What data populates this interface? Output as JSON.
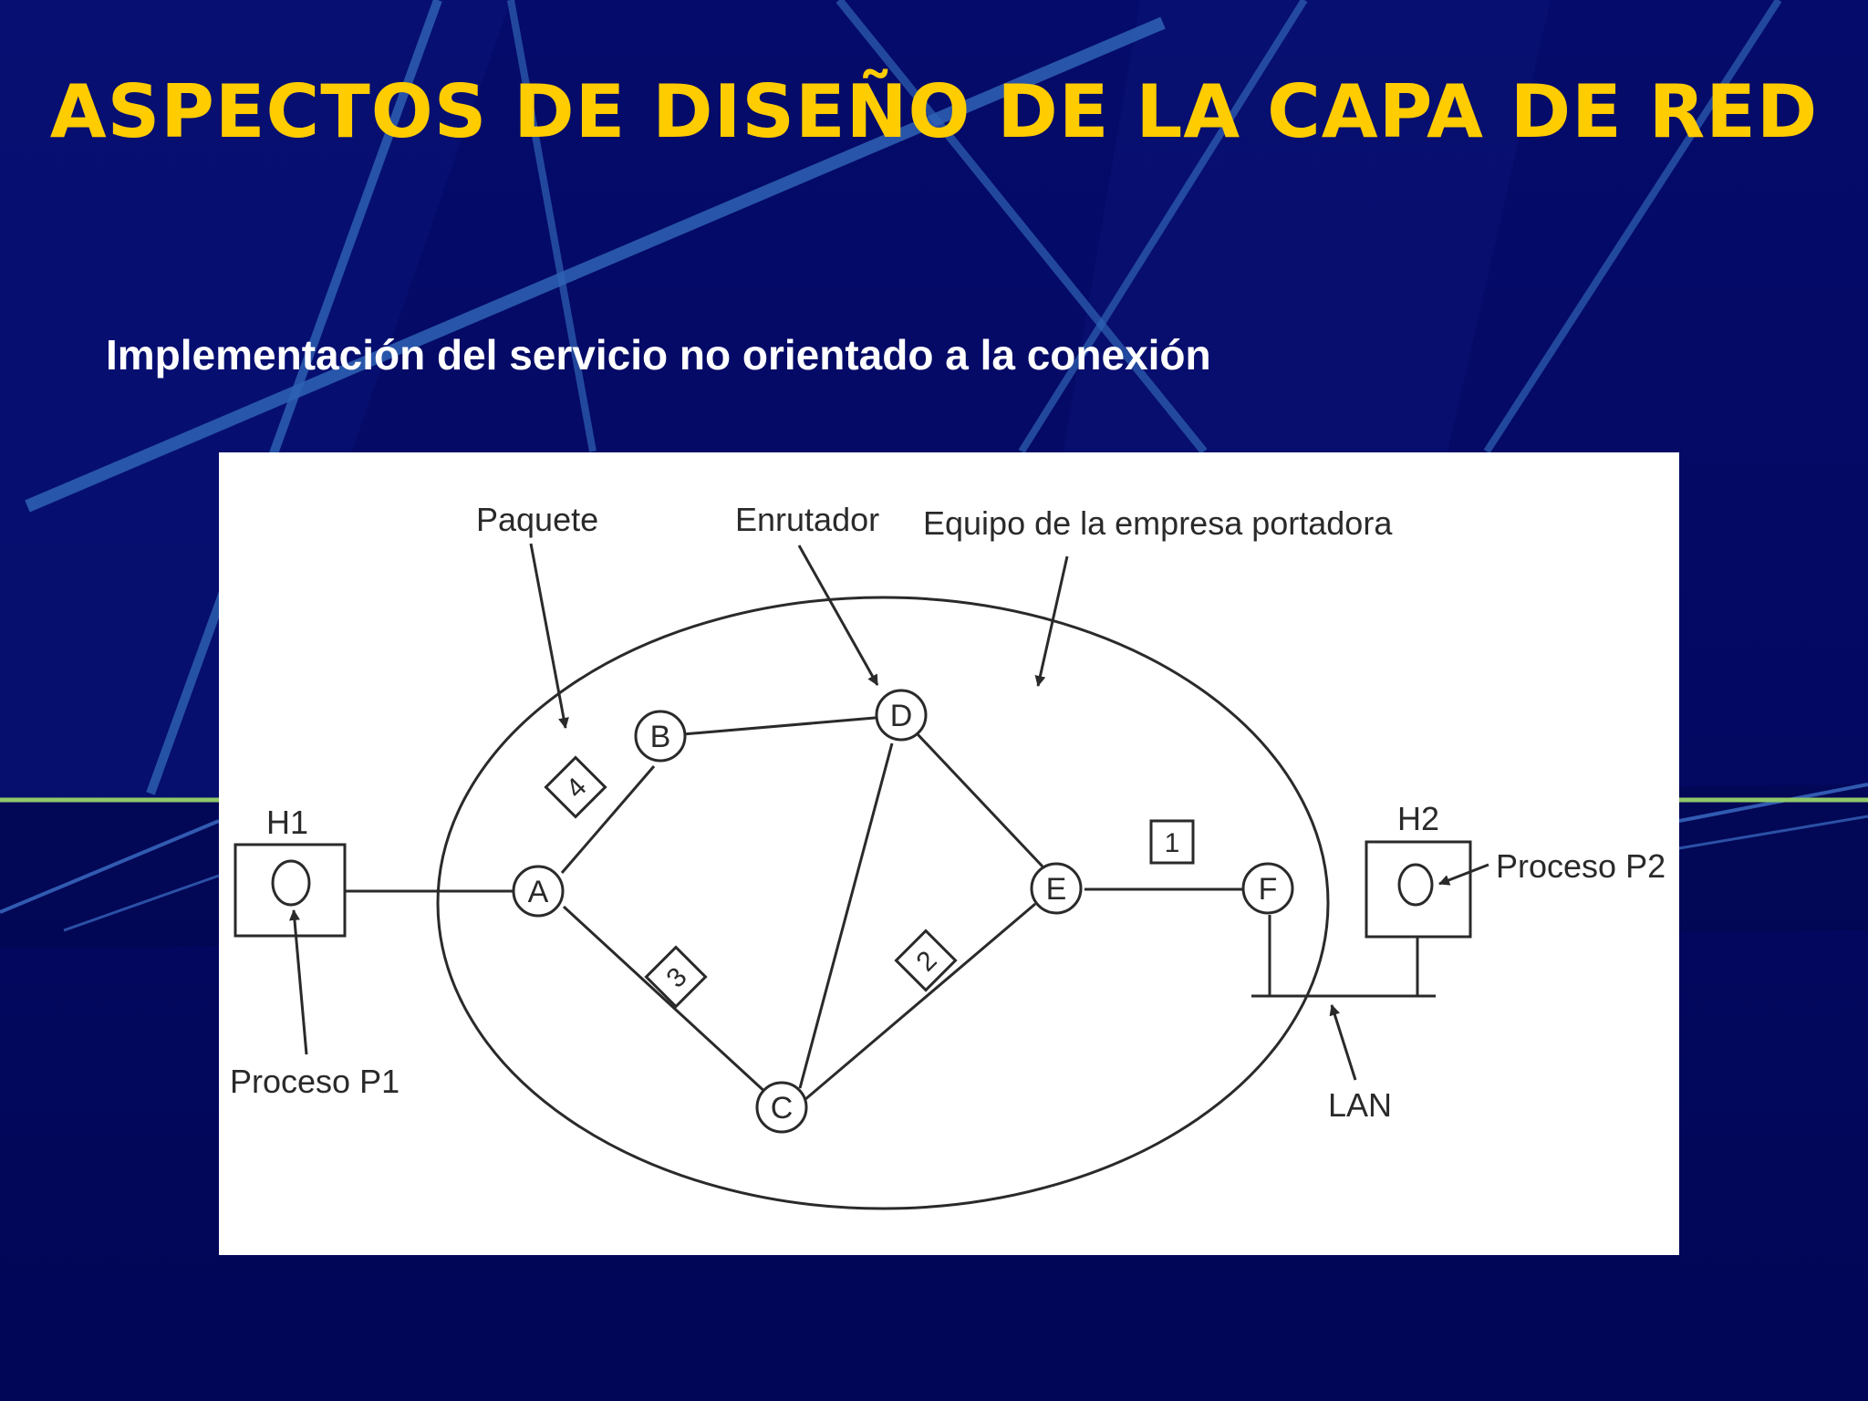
{
  "slide": {
    "title": "ASPECTOS DE DISEÑO DE LA CAPA DE RED",
    "subtitle": "Implementación del servicio no orientado a la conexión"
  },
  "diagram": {
    "labels": {
      "packet": "Paquete",
      "router": "Enrutador",
      "carrier": "Equipo de la empresa portadora",
      "h1": "H1",
      "h2": "H2",
      "process_p1": "Proceso P1",
      "process_p2": "Proceso P2",
      "lan": "LAN"
    },
    "nodes": {
      "a": "A",
      "b": "B",
      "c": "C",
      "d": "D",
      "e": "E",
      "f": "F"
    },
    "packets": {
      "p1": "1",
      "p2": "2",
      "p3": "3",
      "p4": "4"
    }
  },
  "colors": {
    "title": "#ffcc00",
    "subtitle": "#ffffff",
    "background": "#030961",
    "panel": "#ffffff",
    "diagram_ink": "#2a2a2a"
  }
}
